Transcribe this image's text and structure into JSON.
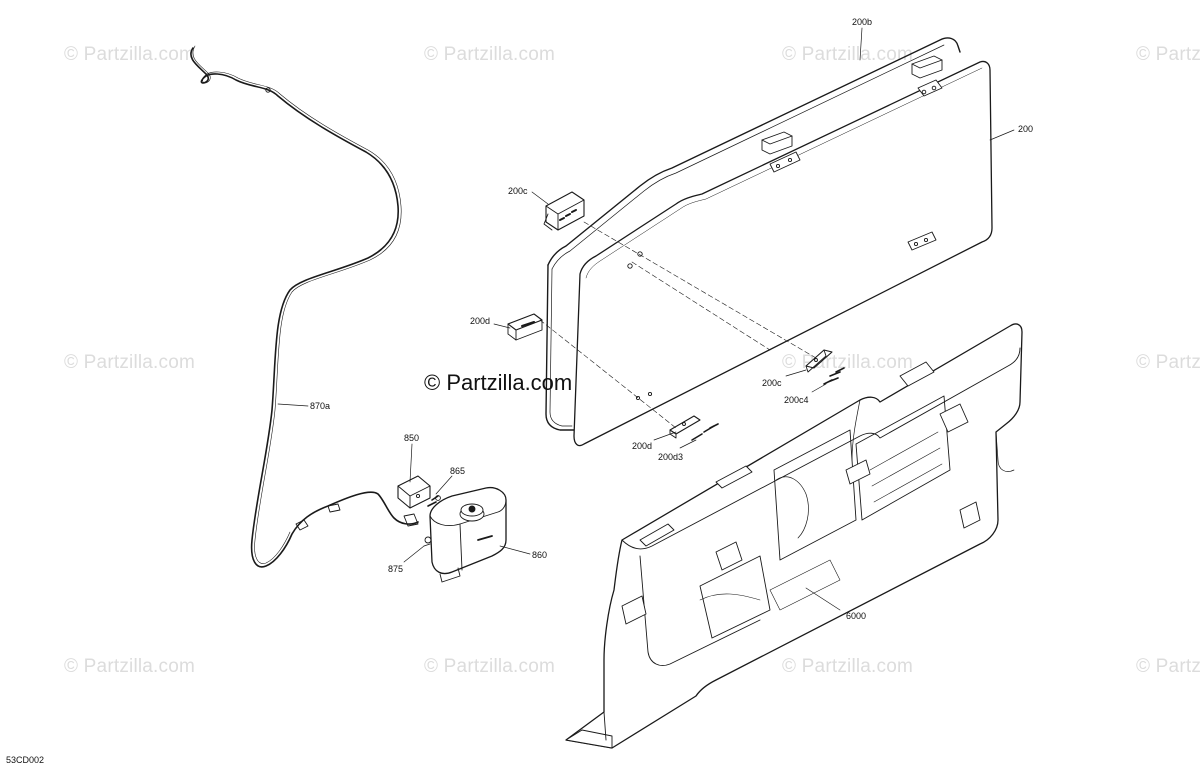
{
  "watermark": {
    "text": "© Partzilla.com",
    "main_text": "© Partzilla.com"
  },
  "diagram_code": "53CD002",
  "callouts": {
    "c200b": "200b",
    "c200": "200",
    "c200c_top": "200c",
    "c200d_left": "200d",
    "c200c_right": "200c",
    "c200c4": "200c4",
    "c200d_bottom": "200d",
    "c200d3": "200d3",
    "c870a": "870a",
    "c850": "850",
    "c865": "865",
    "c860": "860",
    "c875": "875",
    "c6000": "6000"
  },
  "colors": {
    "line": "#1a1a1a",
    "watermark": "#dcdcdc",
    "fill": "#ffffff",
    "shade": "#9a9a9a"
  }
}
